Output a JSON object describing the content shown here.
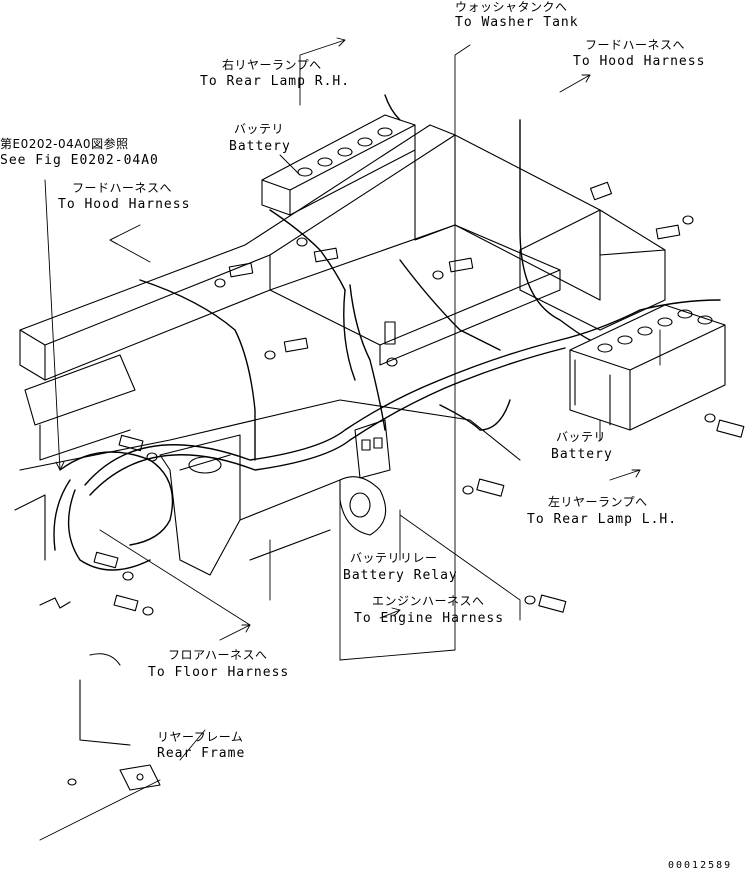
{
  "labels": {
    "washer_jp": "ウォッシャタンクへ",
    "washer_en": "To Washer Tank",
    "rear_lamp_rh_jp": "右リヤーランプへ",
    "rear_lamp_rh_en": "To Rear Lamp R.H.",
    "hood_harness_top_jp": "フードハーネスへ",
    "hood_harness_top_en": "To Hood Harness",
    "battery_top_jp": "バッテリ",
    "battery_top_en": "Battery",
    "see_fig_jp": "第E0202-04A0図参照",
    "see_fig_en": "See Fig E0202-04A0",
    "hood_harness_left_jp": "フードハーネスへ",
    "hood_harness_left_en": "To Hood Harness",
    "battery_right_jp": "バッテリ",
    "battery_right_en": "Battery",
    "rear_lamp_lh_jp": "左リヤーランプへ",
    "rear_lamp_lh_en": "To Rear Lamp L.H.",
    "battery_relay_jp": "バッテリリレー",
    "battery_relay_en": "Battery Relay",
    "engine_harness_jp": "エンジンハーネスへ",
    "engine_harness_en": "To Engine Harness",
    "floor_harness_jp": "フロアハーネスへ",
    "floor_harness_en": "To Floor Harness",
    "rear_frame_jp": "リヤーフレーム",
    "rear_frame_en": "Rear Frame",
    "drawing_number": "00012589"
  }
}
